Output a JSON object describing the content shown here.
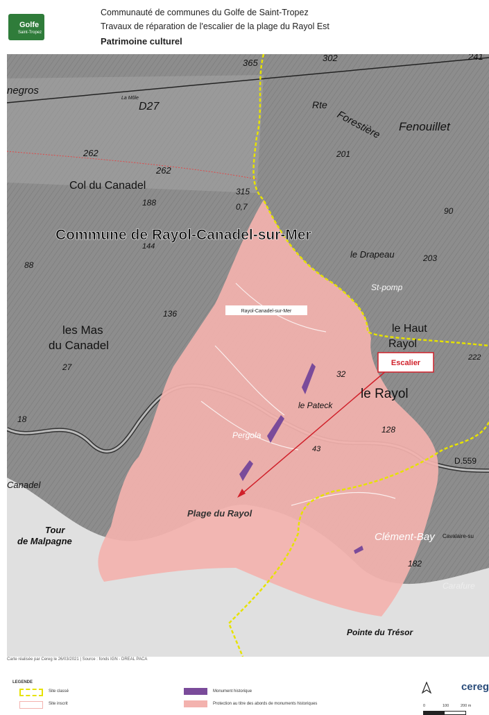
{
  "header": {
    "logo_line1": "Golfe",
    "logo_line2": "Saint-Tropez",
    "line1": "Communauté de communes du Golfe de Saint-Tropez",
    "line2": "Travaux de réparation de l'escalier de la plage du Rayol Est",
    "line3": "Patrimoine culturel"
  },
  "map": {
    "commune": "Commune de Rayol-Canadel-sur-Mer",
    "callout": "Escalier",
    "labels": {
      "negros": "negros",
      "la_mole": "La Môle",
      "d27": "D27",
      "n365": "365",
      "n302": "302",
      "n241": "241",
      "rte": "Rte",
      "forestiere": "Forestière",
      "fenouillet": "Fenouillet",
      "n201": "201",
      "n262": "262",
      "n262b": "262",
      "col": "Col du Canadel",
      "n188": "188",
      "n315": "315",
      "n07": "0,7",
      "n90": "90",
      "drapeau": "le Drapeau",
      "n203": "203",
      "n88": "88",
      "n144": "144",
      "stpomp": "St-pomp",
      "rayolmer": "Rayol-Canadel-sur-Mer",
      "haut": "le Haut",
      "rayol": "Rayol",
      "n222": "222",
      "mas": "les Mas",
      "ducanadel": "du Canadel",
      "n136": "136",
      "n27": "27",
      "lerayol": "le Rayol",
      "n32": "32",
      "pateck": "le Pateck",
      "pergola": "Pergola",
      "n128": "128",
      "n18": "18",
      "n43": "43",
      "n559": "D.559",
      "canadel": "Canadel",
      "plage": "Plage du Rayol",
      "tour": "Tour",
      "malpagne": "de Malpagne",
      "clement": "Clément-Bay",
      "cavalaire": "Cavalaire-su",
      "n182": "182",
      "carafure": "Carafure",
      "tresor": "Pointe du Trésor"
    }
  },
  "credit": "Carte réalisée par Cereg le 26/03/2021 | Source : fonds IGN - DREAL PACA",
  "legend": {
    "title": "LEGENDE",
    "site_classe": "Site classé",
    "site_inscrit": "Site inscrit",
    "monument": "Monument historique",
    "protection": "Protection au titre des abords de monuments historiques",
    "brand": "cereg",
    "scale0": "0",
    "scale1": "100",
    "scale2": "200 m"
  },
  "colors": {
    "protection": "#f3b2ae",
    "monument": "#7a4b9a",
    "site_classe": "#e6e200",
    "callout": "#d0202a"
  }
}
